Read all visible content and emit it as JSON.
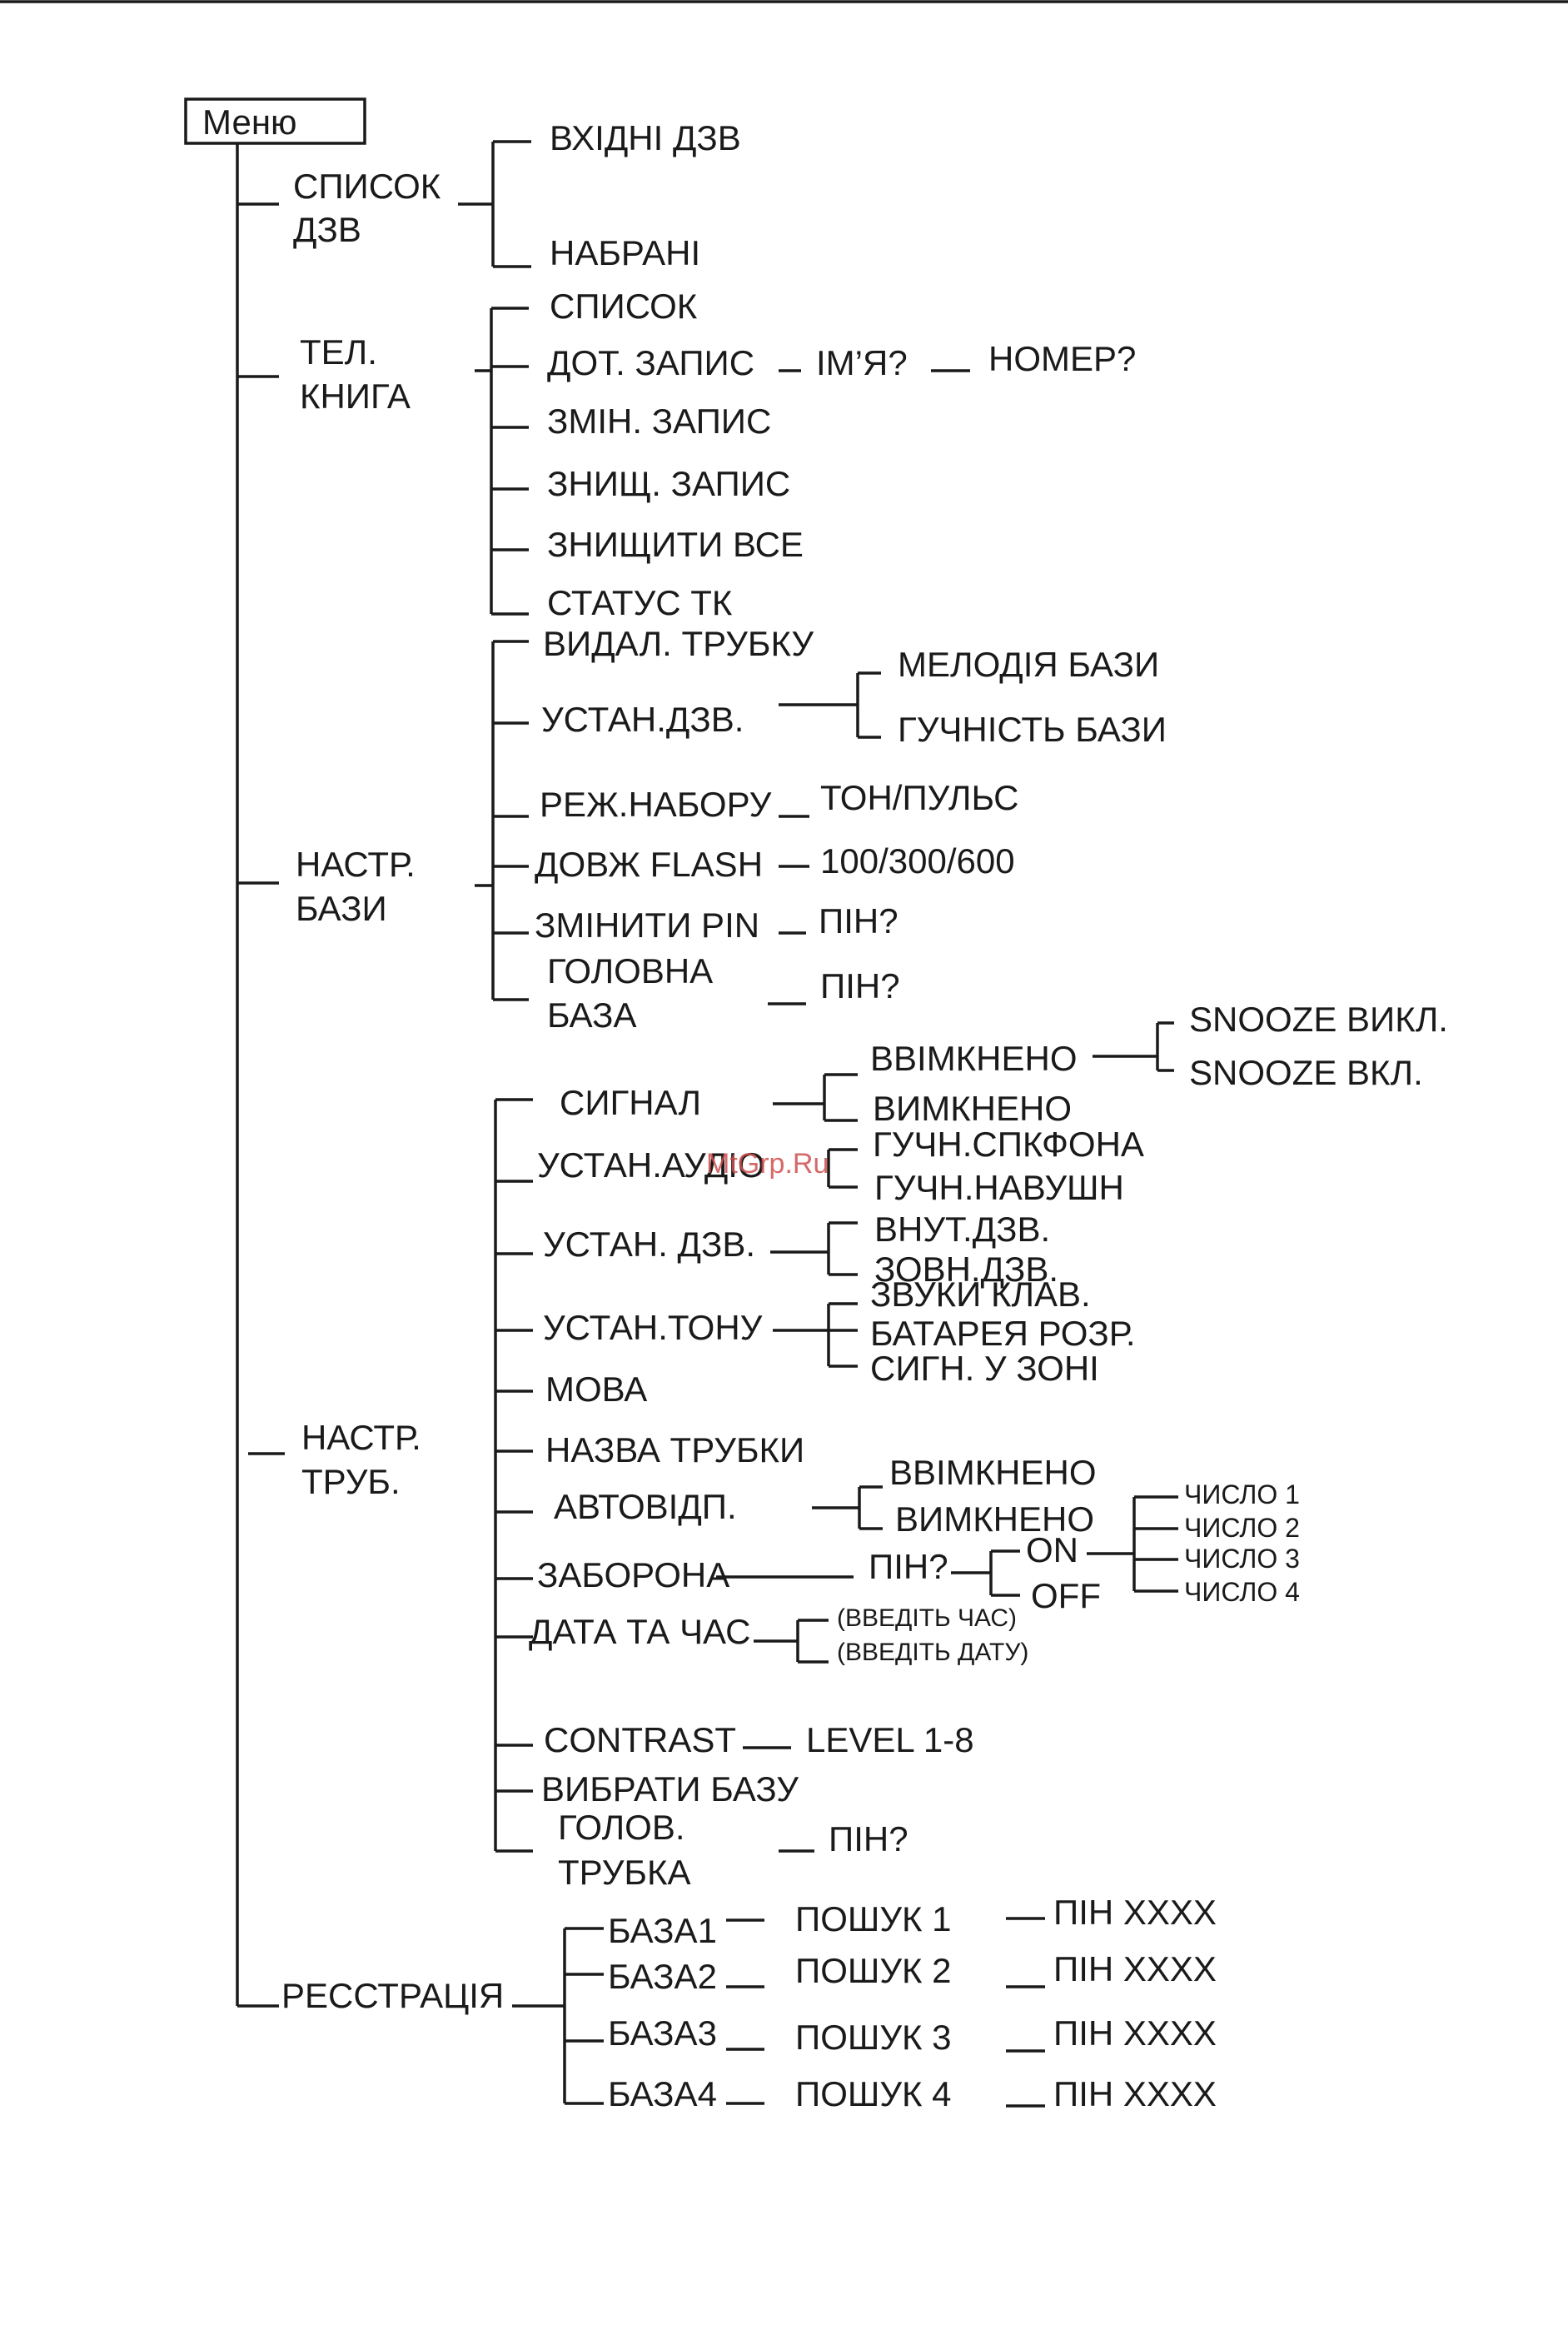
{
  "menu_title": "Меню",
  "watermark": "MtGrp.Ru",
  "call_list": {
    "label_l1": "СПИСОК",
    "label_l2": "ДЗВ",
    "incoming": "ВХІДНІ ДЗВ",
    "dialed": "НАБРАНІ"
  },
  "phonebook": {
    "label_l1": "ТЕЛ.",
    "label_l2": "КНИГА",
    "list": "СПИСОК",
    "add_entry": "ДОТ. ЗАПИС",
    "name_prompt": "ІМ’Я?",
    "number_prompt": "НОМЕР?",
    "edit_entry": "ЗМІН. ЗАПИС",
    "delete_entry": "ЗНИЩ. ЗАПИС",
    "delete_all": "ЗНИЩИТИ ВСЕ",
    "status": "СТАТУС ТК"
  },
  "base_settings": {
    "label_l1": "НАСТР.",
    "label_l2": "БАЗИ",
    "delete_handset": "ВИДАЛ. ТРУБКУ",
    "ring_settings": "УСТАН.ДЗВ.",
    "base_melody": "МЕЛОДІЯ БАЗИ",
    "base_volume": "ГУЧНІСТЬ БАЗИ",
    "dial_mode": "РЕЖ.НАБОРУ",
    "dial_mode_value": "ТОН/ПУЛЬС",
    "flash_length": "ДОВЖ FLASH",
    "flash_value": "100/300/600",
    "change_pin": "ЗМІНИТИ PIN",
    "pin_prompt_1": "ПІН?",
    "main_base_l1": "ГОЛОВНА",
    "main_base_l2": "БАЗА",
    "pin_prompt_2": "ПІН?"
  },
  "handset_settings": {
    "label_l1": "НАСТР.",
    "label_l2": "ТРУБ.",
    "alarm": "СИГНАЛ",
    "alarm_on": "ВВІМКНЕНО",
    "alarm_off": "ВИМКНЕНО",
    "snooze_off": "SNOOZE ВИКЛ.",
    "snooze_on": "SNOOZE ВКЛ.",
    "audio_settings": "УСТАН.АУДІО",
    "speaker_volume": "ГУЧН.СПКФОНА",
    "earpiece_volume": "ГУЧН.НАВУШН",
    "ring_settings": "УСТАН. ДЗВ.",
    "internal_ring": "ВНУТ.ДЗВ.",
    "external_ring": "ЗОВН.ДЗВ.",
    "tone_settings": "УСТАН.ТОНУ",
    "key_sounds": "ЗВУКИ КЛАВ.",
    "battery_low": "БАТАРЕЯ РОЗР.",
    "in_range": "СИГН. У ЗОНІ",
    "language": "МОВА",
    "handset_name": "НАЗВА ТРУБКИ",
    "auto_answer": "АВТОВІДП.",
    "auto_on": "ВВІМКНЕНО",
    "auto_off": "ВИМКНЕНО",
    "call_barring": "ЗАБОРОНА",
    "barring_pin": "ПІН?",
    "barring_on": "ON",
    "barring_off": "OFF",
    "number_1": "ЧИСЛО 1",
    "number_2": "ЧИСЛО 2",
    "number_3": "ЧИСЛО 3",
    "number_4": "ЧИСЛО 4",
    "date_time": "ДАТА ТА ЧАС",
    "enter_time": "(ВВЕДІТЬ ЧАС)",
    "enter_date": "(ВВЕДІТЬ ДАТУ)",
    "contrast": "CONTRAST",
    "contrast_level": "LEVEL 1-8",
    "select_base": "ВИБРАТИ БАЗУ",
    "main_handset_l1": "ГОЛОВ.",
    "main_handset_l2": "ТРУБКА",
    "main_handset_pin": "ПІН?"
  },
  "registration": {
    "label": "РЕССТРАЦІЯ",
    "bases": [
      {
        "base": "БАЗА1",
        "search": "ПОШУК 1",
        "pin": "ПІН XXXX"
      },
      {
        "base": "БАЗА2",
        "search": "ПОШУК 2",
        "pin": "ПІН XXXX"
      },
      {
        "base": "БАЗА3",
        "search": "ПОШУК 3",
        "pin": "ПІН XXXX"
      },
      {
        "base": "БАЗА4",
        "search": "ПОШУК 4",
        "pin": "ПІН XXXX"
      }
    ]
  }
}
